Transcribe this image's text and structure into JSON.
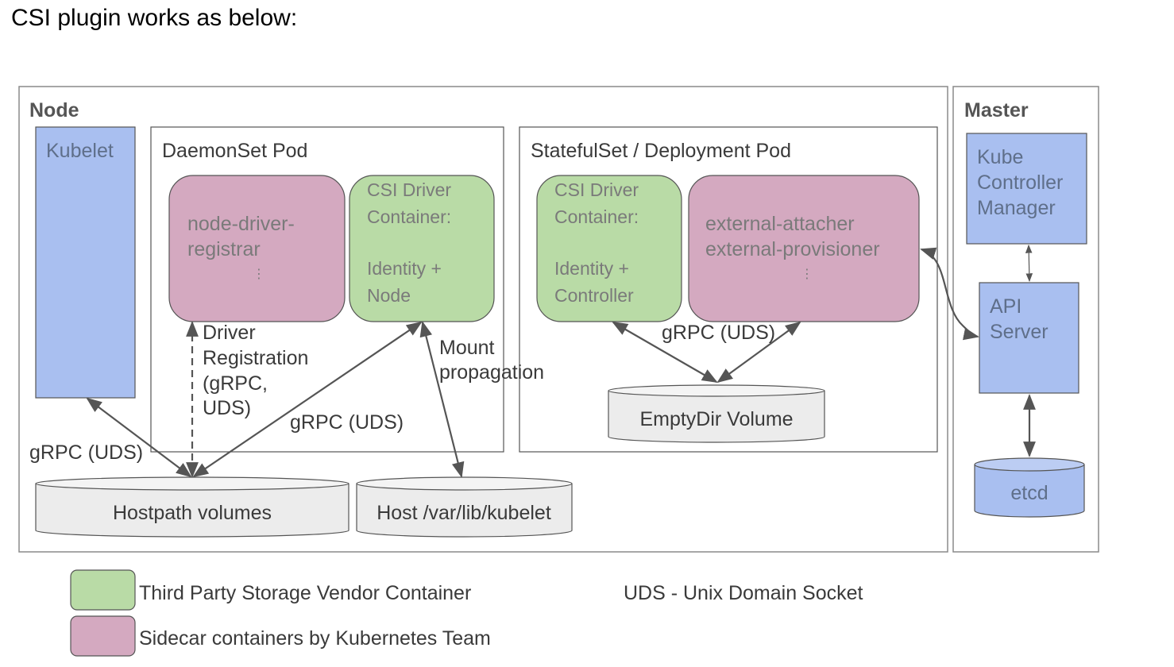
{
  "heading": "CSI plugin works as below:",
  "colors": {
    "blue_box": "#a9bff0",
    "pink_box": "#d4a9c0",
    "green_box": "#b9dba6",
    "volume": "#ececec",
    "line": "#555555"
  },
  "node": {
    "title": "Node",
    "kubelet": "Kubelet",
    "daemonset": {
      "title": "DaemonSet Pod",
      "registrar": [
        "node-driver-",
        "registrar"
      ],
      "ellipsis": "⋮",
      "csi_driver": [
        "CSI Driver",
        "Container:",
        "",
        "Identity +",
        "Node"
      ]
    },
    "statefulset": {
      "title": "StatefulSet / Deployment Pod",
      "csi_driver": [
        "CSI Driver",
        "Container:",
        "",
        "Identity +",
        "Controller"
      ],
      "sidecars": [
        "external-attacher",
        "external-provisioner"
      ],
      "ellipsis": "⋮",
      "emptydir": "EmptyDir Volume",
      "grpc_label": "gRPC (UDS)"
    },
    "hostpath": "Hostpath volumes",
    "host_kubelet": "Host /var/lib/kubelet",
    "labels": {
      "kubelet_grpc": "gRPC (UDS)",
      "driver_registration": [
        "Driver",
        "Registration",
        "(gRPC,",
        "UDS)"
      ],
      "driver_grpc": "gRPC (UDS)",
      "mount_propagation": [
        "Mount",
        "propagation"
      ]
    }
  },
  "master": {
    "title": "Master",
    "kcm": [
      "Kube",
      "Controller",
      "Manager"
    ],
    "api": [
      "API",
      "Server"
    ],
    "etcd": "etcd"
  },
  "legend": {
    "green": "Third Party Storage Vendor Container",
    "pink": "Sidecar containers by Kubernetes Team",
    "uds": "UDS - Unix Domain Socket"
  }
}
